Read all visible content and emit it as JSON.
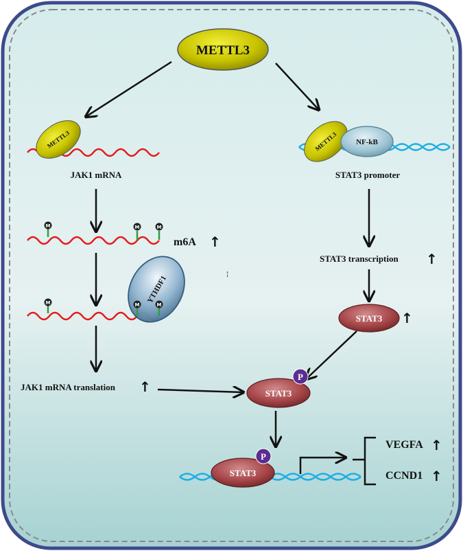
{
  "nodes": {
    "mettl3_main": "METTL3",
    "mettl3_small_left": "METTL3",
    "mettl3_small_right": "METTL3",
    "nfkb": "NF-kB",
    "ythdf1": "YTHDF1",
    "stat3_mid": "STAT3",
    "stat3_phos": "STAT3",
    "stat3_bottom": "STAT3",
    "phospho_mark": "P",
    "m6a_mark": "M"
  },
  "labels": {
    "jak1_mrna": "JAK1 mRNA",
    "stat3_promoter": "STAT3 promoter",
    "m6a": "m6A",
    "stat3_transcription": "STAT3 transcription",
    "jak1_translation": "JAK1 mRNA translation",
    "vegfa": "VEGFA",
    "ccnd1": "CCND1",
    "up_arrow": "↑"
  },
  "colors": {
    "frame_fill_top": "#d2e9ea",
    "frame_fill_bottom": "#a7d3d3",
    "frame_border": "#3e4a8a",
    "mettl3": "#c8c400",
    "stat3": "#a8474a",
    "nfkb": "#9ec5d4",
    "ythdf1": "#8fb3cf",
    "mrna": "#e41b1b",
    "dna": "#1eaee3",
    "phospho": "#5b2d8e"
  }
}
